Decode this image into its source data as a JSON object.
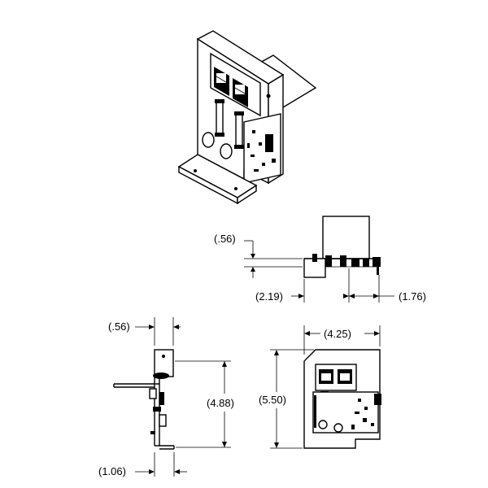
{
  "dimensions": {
    "top_thickness": "(.56)",
    "top_left": "(2.19)",
    "top_right": "(1.76)",
    "side_thickness": "(.56)",
    "side_height": "(4.88)",
    "side_depth": "(1.06)",
    "front_width": "(4.25)",
    "front_height": "(5.50)"
  }
}
